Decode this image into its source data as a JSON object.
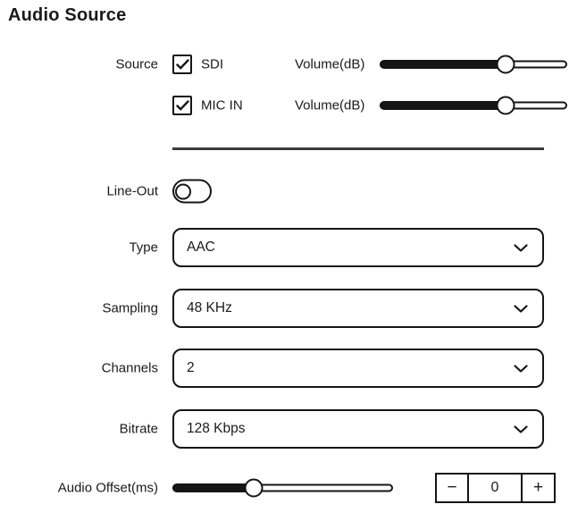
{
  "title": "Audio Source",
  "colors": {
    "ink": "#1a1a1a",
    "background": "#ffffff"
  },
  "source": {
    "label": "Source",
    "items": [
      {
        "label": "SDI",
        "checked": true,
        "volume_label": "Volume(dB)",
        "volume_percent": 67
      },
      {
        "label": "MIC IN",
        "checked": true,
        "volume_label": "Volume(dB)",
        "volume_percent": 67
      }
    ]
  },
  "line_out": {
    "label": "Line-Out",
    "enabled": false
  },
  "dropdowns": [
    {
      "label": "Type",
      "value": "AAC"
    },
    {
      "label": "Sampling",
      "value": "48 KHz"
    },
    {
      "label": "Channels",
      "value": "2"
    },
    {
      "label": "Bitrate",
      "value": "128 Kbps"
    }
  ],
  "audio_offset": {
    "label": "Audio Offset(ms)",
    "percent": 37,
    "stepper": {
      "decrease_label": "−",
      "value": "0",
      "increase_label": "+"
    }
  }
}
